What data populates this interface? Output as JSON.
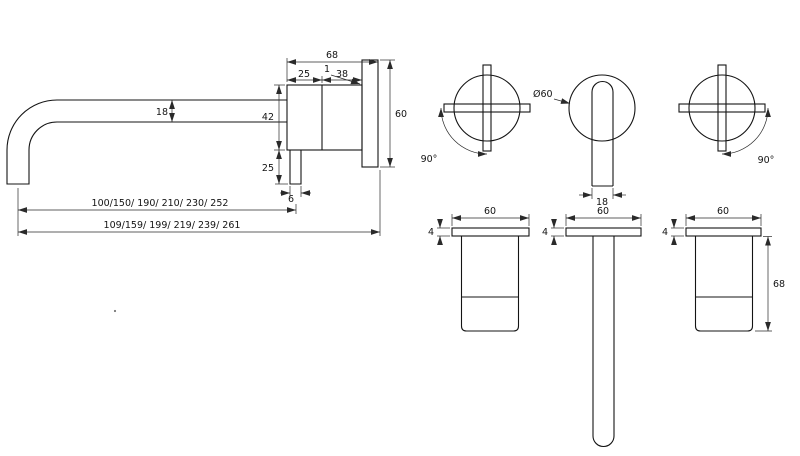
{
  "colors": {
    "line": "#141414",
    "dim_line": "#2a2a2a",
    "background": "#ffffff"
  },
  "side_view": {
    "total_width": "68",
    "body_width": "25",
    "plate_offset": "1",
    "cartridge_width": "38",
    "spout_diameter": "18",
    "body_height": "42",
    "plate_height": "60",
    "stem_length": "25",
    "stem_width": "6",
    "spout_reach_options": "100/150/ 190/ 210/ 230/ 252",
    "total_reach_options": "109/159/ 199/ 219/ 239/ 261"
  },
  "front_views": {
    "left_handle_rotation": "90°",
    "plate_diameter": "Ø60",
    "spout_width": "18",
    "right_handle_rotation": "90°"
  },
  "profile_views": {
    "left_handle": {
      "plate_width": "60",
      "plate_thickness": "4"
    },
    "spout": {
      "plate_width": "60",
      "plate_thickness": "4"
    },
    "right_handle": {
      "plate_width": "60",
      "plate_thickness": "4",
      "projection": "68"
    }
  }
}
